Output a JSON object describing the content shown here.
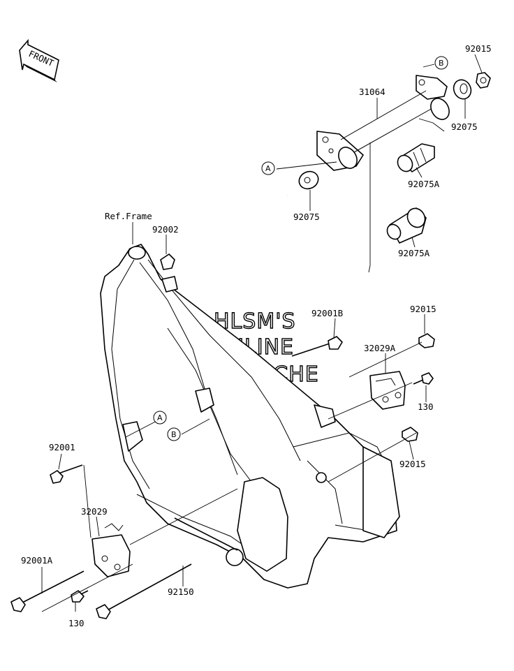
{
  "diagram": {
    "front_label": "FRONT",
    "watermark": [
      "HLSM'S",
      "ONLINE",
      "MICROFICHE"
    ],
    "ref_frame_label": "Ref.Frame",
    "callouts": {
      "a": "A",
      "b": "B"
    },
    "parts": {
      "p92015_top": "92015",
      "p31064": "31064",
      "p92075_right": "92075",
      "p92075a_top": "92075A",
      "p92075_left": "92075",
      "p92075a_bottom": "92075A",
      "p92002": "92002",
      "p92001b": "92001B",
      "p92015_mid": "92015",
      "p32029a": "32029A",
      "p130_right": "130",
      "p92001": "92001",
      "p92015_low": "92015",
      "p32029": "32029",
      "p92001a": "92001A",
      "p92150": "92150",
      "p130_bottom": "130"
    }
  }
}
